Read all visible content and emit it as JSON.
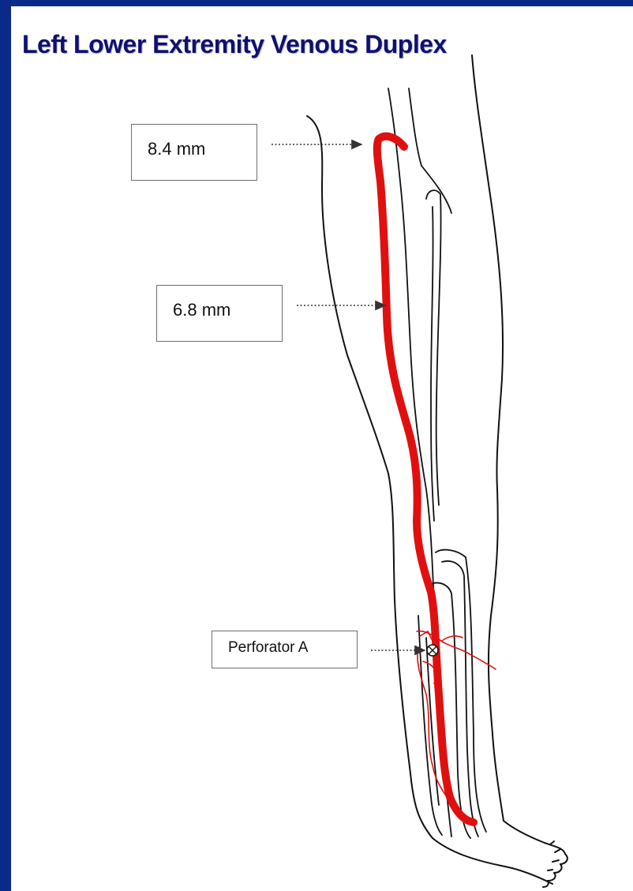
{
  "title": "Left Lower Extremity Venous Duplex",
  "labels": {
    "proximal": "8.4 mm",
    "mid": "6.8 mm",
    "perforator": "Perforator A"
  },
  "colors": {
    "frame": "#0a2a8a",
    "title": "#10106e",
    "vein": "#e01010",
    "outline": "#111111"
  }
}
